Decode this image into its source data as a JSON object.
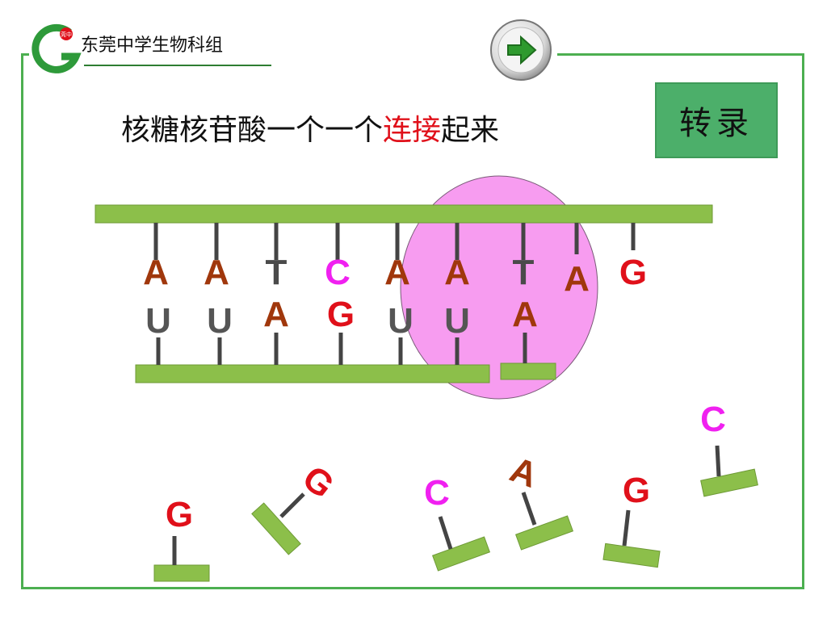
{
  "header": {
    "school_name": "东莞中学生物科组",
    "logo_badge_text": "莞中",
    "logo_icon": "school-logo-icon",
    "next_icon": "arrow-right-icon"
  },
  "title": {
    "part1": "核糖核苷酸一个一个",
    "highlight": "连接",
    "part2": "起来"
  },
  "badge_label": "转录",
  "colors": {
    "A": "#a0370c",
    "T": "#4a4a4a",
    "U": "#555555",
    "C": "#f020f0",
    "G": "#e0101a",
    "backbone": "#8cbf4a",
    "enzyme": "#f79cf0",
    "frame": "#4caf50",
    "title_highlight": "#e0101a"
  },
  "dna_template": [
    "A",
    "A",
    "T",
    "C",
    "A",
    "A",
    "T",
    "A",
    "G"
  ],
  "rna_paired": [
    "U",
    "U",
    "A",
    "G",
    "U",
    "U",
    "A"
  ],
  "free_nucleotides": [
    "G",
    "G",
    "C",
    "A",
    "G",
    "C"
  ]
}
